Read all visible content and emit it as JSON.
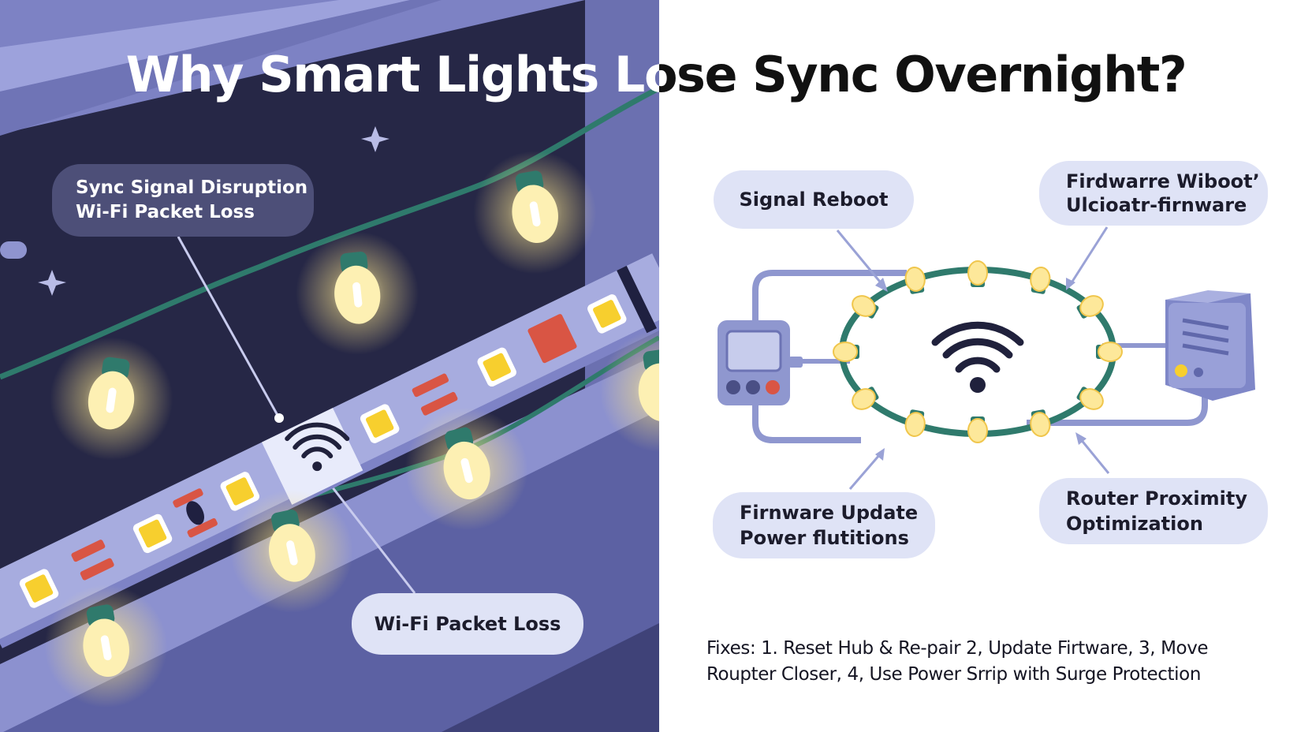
{
  "title": "Why Smart Lights Lose Sync Overnight?",
  "left_panel": {
    "callout_top": {
      "line1": "Sync Signal Disruption",
      "line2": "Wi-Fi Packet Loss"
    },
    "callout_bottom": "Wi-Fi Packet Loss",
    "icons": [
      "light-bulb-icon",
      "led-chip-icon",
      "wifi-icon",
      "sparkle-icon"
    ]
  },
  "right_panel": {
    "callouts": {
      "signal_reboot": "Signal Reboot",
      "firmware_reboot": {
        "line1": "Firdwarre Wiboot’",
        "line2": "Ulcioatr-firnware"
      },
      "firmware_update": {
        "line1": "Firnware Update",
        "line2": "Power flutitions"
      },
      "router_proximity": {
        "line1": "Router Proximity",
        "line2": "Optimization"
      }
    },
    "icons": [
      "hub-device-icon",
      "wifi-icon",
      "router-icon",
      "light-bulb-icon",
      "arrow-icon"
    ]
  },
  "fixes": {
    "line1": "Fixes: 1. Reset Hub & Re-pair 2, Update Firtware, 3, Move",
    "line2": "Roupter Closer, 4, Use Power Srrip with Surge Protection"
  },
  "colors": {
    "night_bg": "#27284a",
    "wall": "#7e83c6",
    "strip": "#a7acdf",
    "wire": "#2f7a6c",
    "bulb_glow": "#fff1b0",
    "led_yellow": "#f7cf2e",
    "led_red": "#d95544",
    "pill_light": "#dfe3f6",
    "pill_dark": "#4d4f78",
    "device": "#8f97cf"
  }
}
